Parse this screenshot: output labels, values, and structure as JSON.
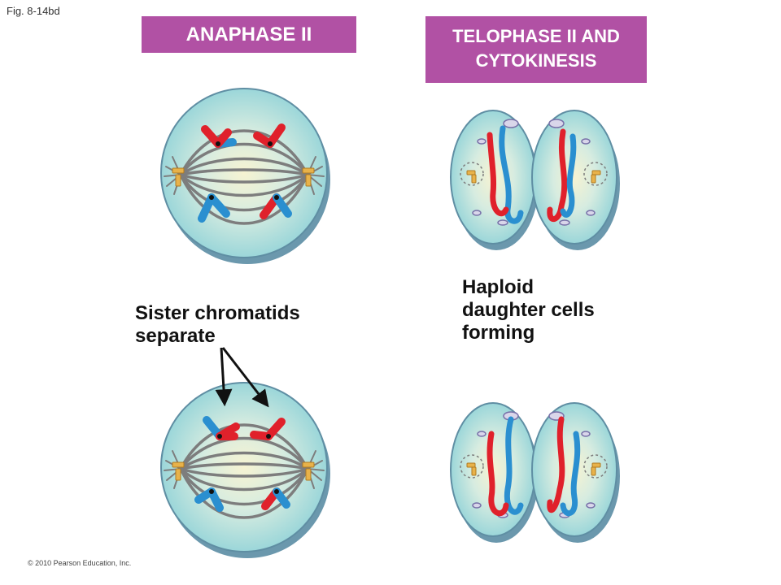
{
  "figure_label": "Fig. 8-14bd",
  "panels": {
    "anaphase": {
      "title": "ANAPHASE II"
    },
    "telophase": {
      "title_line1": "TELOPHASE II AND",
      "title_line2": "CYTOKINESIS"
    }
  },
  "captions": {
    "sister": {
      "line1": "Sister chromatids",
      "line2": "separate"
    },
    "haploid": {
      "line1": "Haploid",
      "line2": "daughter cells",
      "line3": "forming"
    }
  },
  "colors": {
    "banner": "#b151a4",
    "cell_fill": "#8fd2d8",
    "cell_center": "#f4f1cc",
    "cell_shadow": "#5e8fa6",
    "chromosome_red": "#e0212b",
    "chromosome_blue": "#2a8fd0",
    "spindle": "#7d7d7d",
    "centriole": "#e8b24a"
  },
  "copyright": "© 2010 Pearson Education, Inc."
}
